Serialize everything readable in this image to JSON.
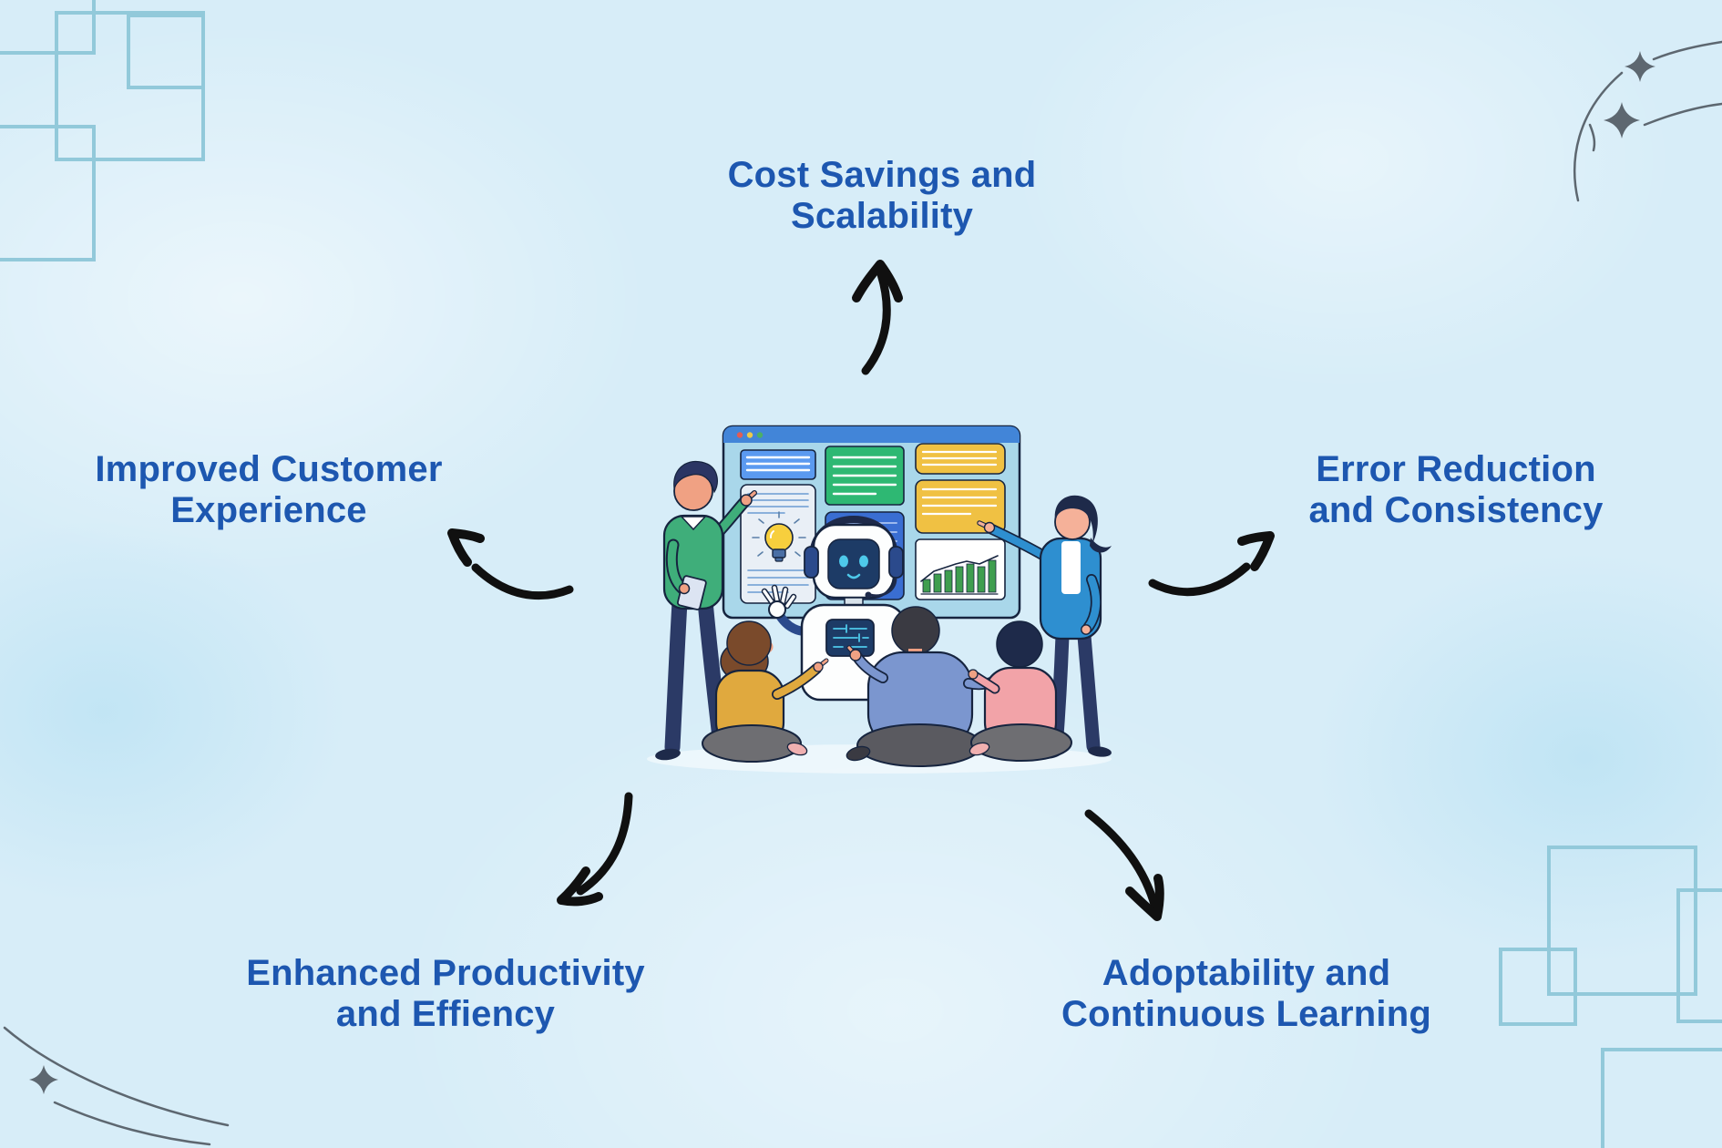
{
  "labels": {
    "top": {
      "line1": "Cost Savings and",
      "line2": "Scalability"
    },
    "left": {
      "line1": "Improved Customer",
      "line2": "Experience"
    },
    "right": {
      "line1": "Error Reduction",
      "line2": "and Consistency"
    },
    "bottom_left": {
      "line1": "Enhanced Productivity",
      "line2": "and Effiency"
    },
    "bottom_right": {
      "line1": "Adoptability and",
      "line2": "Continuous Learning"
    }
  },
  "colors": {
    "background": "#d7edf8",
    "label_text": "#1d57b0",
    "arrow": "#101010",
    "square_outline": "#92c9da",
    "sparkle": "#5d6770",
    "window_bar": "#4285d8",
    "window_bg": "#a9d7ea",
    "card_blue": "#5b9af0",
    "card_green": "#2eb873",
    "card_yellow": "#f0c143",
    "card_light": "#e9eff6",
    "card_dark_blue": "#3a6ed2",
    "traffic_red": "#e25c54",
    "traffic_yellow": "#ecc94b",
    "traffic_green": "#4caf66",
    "chart_bar_green": "#3f9e4f"
  },
  "illustration": {
    "icons": [
      "robot-assistant-icon",
      "dashboard-window-icon",
      "lightbulb-icon",
      "growth-bar-chart-icon",
      "presenter-man",
      "presenter-woman",
      "audience-members"
    ]
  }
}
